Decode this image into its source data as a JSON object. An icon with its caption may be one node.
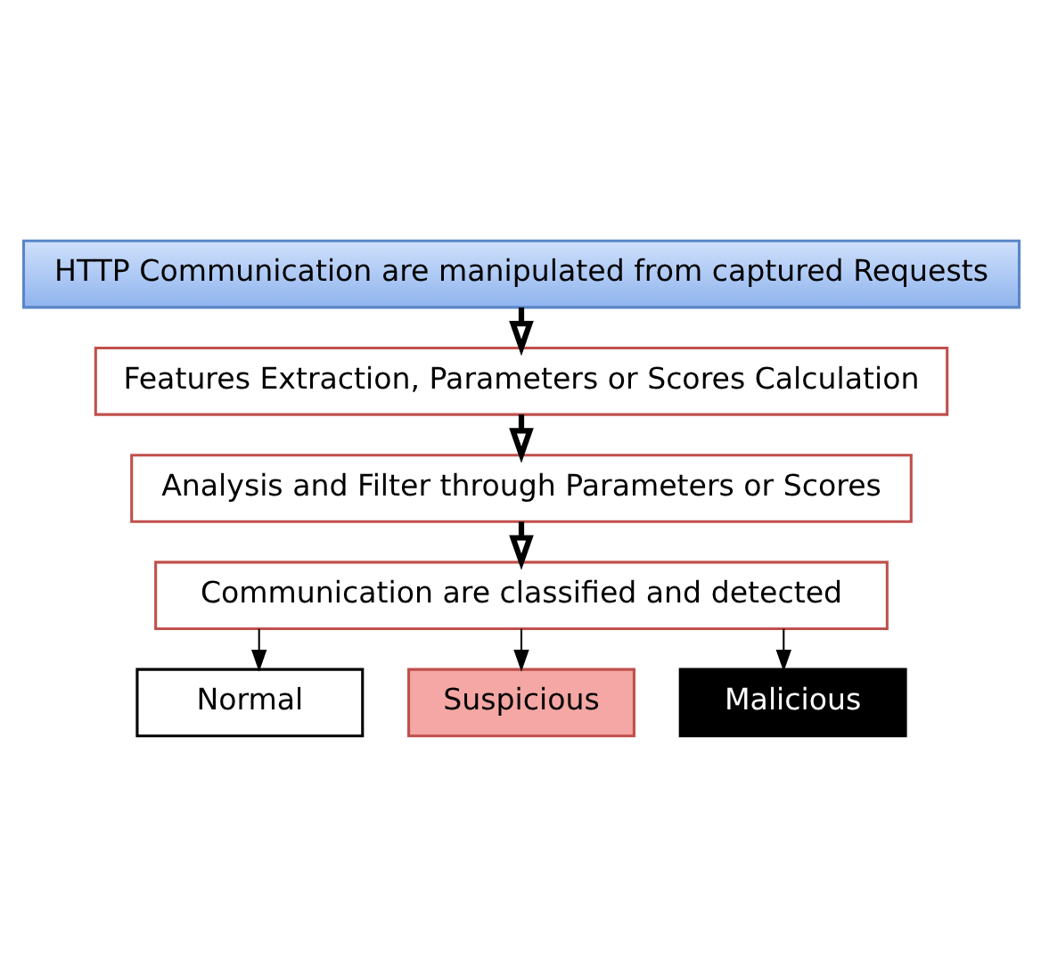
{
  "diagram": {
    "nodes": [
      {
        "text": [
          "HTTP Communication are manipulated from captured Requests"
        ]
      },
      {
        "text": [
          "Features Extraction, Parameters or Scores Calculation"
        ]
      },
      {
        "text": [
          "Analysis and Filter through Parameters or Scores"
        ]
      },
      {
        "text": [
          "Communication are classified and detected"
        ]
      },
      {
        "text": [
          "Normal"
        ]
      },
      {
        "text": [
          "Suspicious"
        ]
      },
      {
        "text": [
          "Malicious"
        ]
      }
    ],
    "edges": [
      {
        "from": 0,
        "to": 1,
        "arrow": "to",
        "style": "thick"
      },
      {
        "from": 1,
        "to": 2,
        "arrow": "to",
        "style": "thick"
      },
      {
        "from": 2,
        "to": 3,
        "arrow": "to",
        "style": "thick"
      },
      {
        "from": 3,
        "to": 4,
        "arrow": "to"
      },
      {
        "from": 3,
        "to": 5,
        "arrow": "to"
      },
      {
        "from": 3,
        "to": 6,
        "arrow": "to"
      }
    ]
  }
}
